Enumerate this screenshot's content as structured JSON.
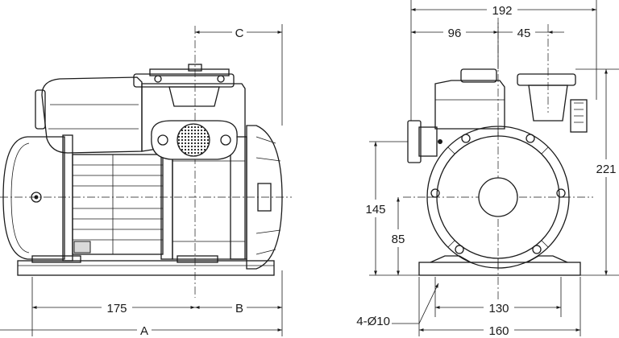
{
  "dimensions": {
    "side_view": {
      "top_label": "C",
      "bottom_left_label": "175",
      "bottom_right_label": "B",
      "overall_label": "A"
    },
    "end_view": {
      "overall_width": "192",
      "offset_left": "96",
      "offset_right": "45",
      "overall_height": "221",
      "inlet_height": "145",
      "shaft_height": "85",
      "foot_inner_width": "130",
      "foot_outer_width": "160",
      "mounting_holes": "4-Ø10"
    }
  }
}
